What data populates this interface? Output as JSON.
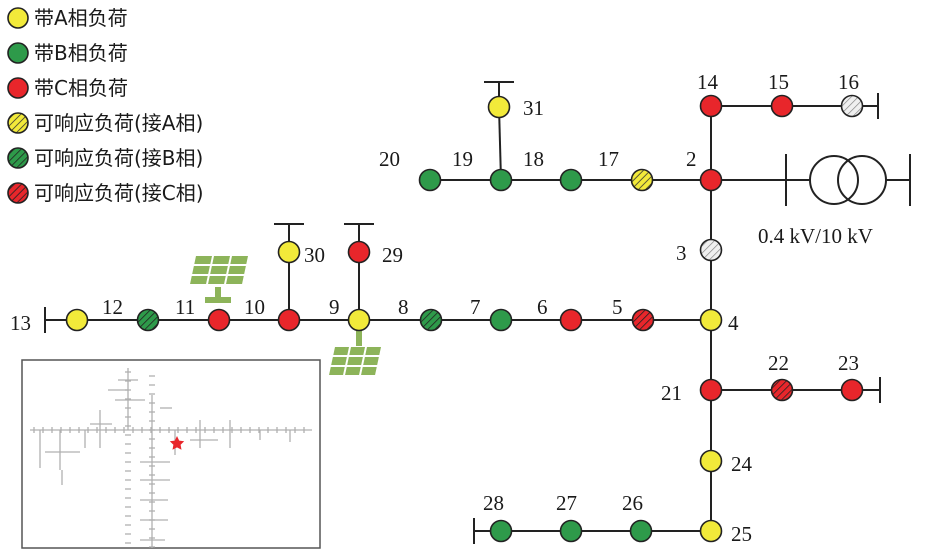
{
  "legend": [
    {
      "label": "带A相负荷",
      "fill": "#f2ea3a",
      "pattern": "solid"
    },
    {
      "label": "带B相负荷",
      "fill": "#2e9a4a",
      "pattern": "solid"
    },
    {
      "label": "带C相负荷",
      "fill": "#e8262b",
      "pattern": "solid"
    },
    {
      "label": "可响应负荷(接A相)",
      "fill": "#f2ea3a",
      "pattern": "hatch"
    },
    {
      "label": "可响应负荷(接B相)",
      "fill": "#2e9a4a",
      "pattern": "hatch"
    },
    {
      "label": "可响应负荷(接C相)",
      "fill": "#e8262b",
      "pattern": "hatch"
    }
  ],
  "transformer_label": "0.4 kV/10 kV",
  "colors": {
    "phase_a": "#f2ea3a",
    "phase_b": "#2e9a4a",
    "phase_c": "#e8262b",
    "neutral": "#e6e6e6",
    "pv_panel": "#8db45a",
    "inset_marker": "#e8262b"
  },
  "nodes": [
    {
      "id": "2",
      "phase": "C",
      "type": "solid"
    },
    {
      "id": "3",
      "phase": "none",
      "type": "hatch"
    },
    {
      "id": "4",
      "phase": "A",
      "type": "solid"
    },
    {
      "id": "5",
      "phase": "C",
      "type": "hatch"
    },
    {
      "id": "6",
      "phase": "C",
      "type": "solid"
    },
    {
      "id": "7",
      "phase": "B",
      "type": "solid"
    },
    {
      "id": "8",
      "phase": "B",
      "type": "hatch"
    },
    {
      "id": "9",
      "phase": "A",
      "type": "solid"
    },
    {
      "id": "10",
      "phase": "C",
      "type": "solid"
    },
    {
      "id": "11",
      "phase": "C",
      "type": "solid"
    },
    {
      "id": "12",
      "phase": "B",
      "type": "hatch"
    },
    {
      "id": "13",
      "phase": "A",
      "type": "solid"
    },
    {
      "id": "14",
      "phase": "C",
      "type": "solid"
    },
    {
      "id": "15",
      "phase": "C",
      "type": "solid"
    },
    {
      "id": "16",
      "phase": "none",
      "type": "hatch"
    },
    {
      "id": "17",
      "phase": "A",
      "type": "hatch"
    },
    {
      "id": "18",
      "phase": "B",
      "type": "solid"
    },
    {
      "id": "19",
      "phase": "B",
      "type": "solid"
    },
    {
      "id": "20",
      "phase": "B",
      "type": "solid"
    },
    {
      "id": "21",
      "phase": "C",
      "type": "solid"
    },
    {
      "id": "22",
      "phase": "C",
      "type": "hatch"
    },
    {
      "id": "23",
      "phase": "C",
      "type": "solid"
    },
    {
      "id": "24",
      "phase": "A",
      "type": "solid"
    },
    {
      "id": "25",
      "phase": "A",
      "type": "solid"
    },
    {
      "id": "26",
      "phase": "B",
      "type": "solid"
    },
    {
      "id": "27",
      "phase": "B",
      "type": "solid"
    },
    {
      "id": "28",
      "phase": "B",
      "type": "solid"
    },
    {
      "id": "29",
      "phase": "C",
      "type": "solid"
    },
    {
      "id": "30",
      "phase": "A",
      "type": "solid"
    },
    {
      "id": "31",
      "phase": "A",
      "type": "solid"
    }
  ],
  "edges": [
    [
      "2",
      "3"
    ],
    [
      "3",
      "4"
    ],
    [
      "4",
      "5"
    ],
    [
      "5",
      "6"
    ],
    [
      "6",
      "7"
    ],
    [
      "7",
      "8"
    ],
    [
      "8",
      "9"
    ],
    [
      "9",
      "10"
    ],
    [
      "10",
      "11"
    ],
    [
      "11",
      "12"
    ],
    [
      "12",
      "13"
    ],
    [
      "2",
      "14"
    ],
    [
      "14",
      "15"
    ],
    [
      "15",
      "16"
    ],
    [
      "2",
      "17"
    ],
    [
      "17",
      "18"
    ],
    [
      "18",
      "19"
    ],
    [
      "19",
      "20"
    ],
    [
      "19",
      "31"
    ],
    [
      "9",
      "29"
    ],
    [
      "10",
      "30"
    ],
    [
      "4",
      "21"
    ],
    [
      "21",
      "22"
    ],
    [
      "22",
      "23"
    ],
    [
      "21",
      "24"
    ],
    [
      "24",
      "25"
    ],
    [
      "25",
      "26"
    ],
    [
      "26",
      "27"
    ],
    [
      "27",
      "28"
    ]
  ],
  "pv_panels": [
    {
      "attached_to": "11",
      "side": "above"
    },
    {
      "attached_to": "9",
      "side": "below"
    }
  ]
}
